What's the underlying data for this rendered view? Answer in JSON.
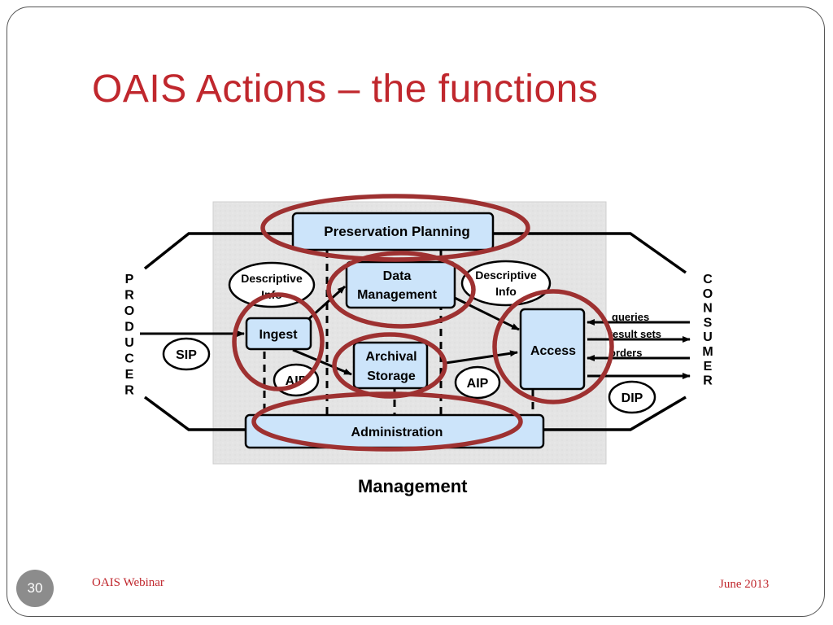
{
  "slide": {
    "title": "OAIS Actions – the functions",
    "caption": "Management",
    "number": "30",
    "footer_left": "OAIS Webinar",
    "footer_right": "June 2013"
  },
  "diagram": {
    "producer_label": "PRODUCER",
    "consumer_label": "CONSUMER",
    "functions": {
      "preservation_planning": "Preservation Planning",
      "data_management_line1": "Data",
      "data_management_line2": "Management",
      "ingest": "Ingest",
      "archival_storage_line1": "Archival",
      "archival_storage_line2": "Storage",
      "access": "Access",
      "administration": "Administration"
    },
    "packages": {
      "descriptive_info_left_line1": "Descriptive",
      "descriptive_info_left_line2": "Info",
      "descriptive_info_right_line1": "Descriptive",
      "descriptive_info_right_line2": "Info",
      "sip": "SIP",
      "aip_left": "AIP",
      "aip_right": "AIP",
      "dip": "DIP"
    },
    "consumer_flows": [
      "queries",
      "result sets",
      "orders"
    ]
  },
  "colors": {
    "title": "#c0272d",
    "highlight_ring": "#9e3131",
    "function_box": "#cce4fa",
    "panel": "#e6e6e6"
  }
}
